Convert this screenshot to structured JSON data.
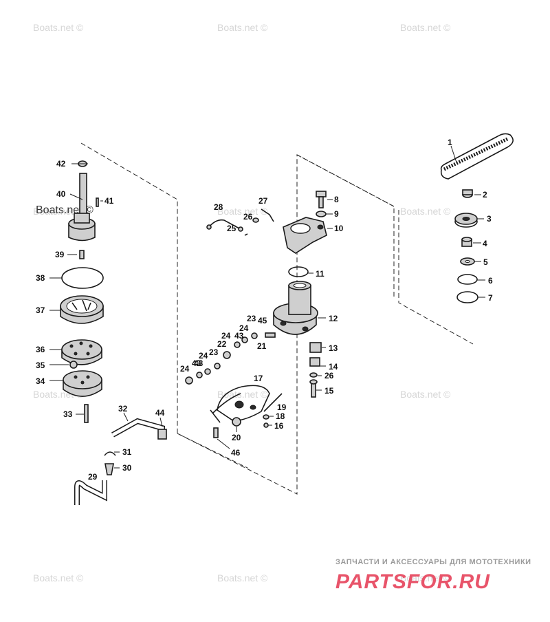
{
  "watermarks": [
    "Boats.net ©",
    "Boats.net ©",
    "Boats.net ©",
    "Boats.net ©",
    "Boats.net ©",
    "Boats.net ©",
    "Boats.net ©",
    "Boats.net ©",
    "Boats.net ©",
    "Boats.net ©",
    "Boats.net ©",
    "Boats.net ©",
    "Boats.net ©"
  ],
  "brand": {
    "tagline": "ЗАПЧАСТИ И АКСЕССУАРЫ ДЛЯ МОТОТЕХНИКИ",
    "logo_left": "PARTS",
    "logo_right": "FOR.RU",
    "logo_color": "#e8546a"
  },
  "callouts": [
    "1",
    "2",
    "3",
    "4",
    "5",
    "6",
    "7",
    "8",
    "9",
    "10",
    "11",
    "12",
    "13",
    "14",
    "26",
    "15",
    "17",
    "18",
    "16",
    "19",
    "20",
    "46",
    "27",
    "28",
    "26",
    "25",
    "23",
    "45",
    "24",
    "43",
    "22",
    "21",
    "24",
    "43",
    "23",
    "24",
    "24",
    "43",
    "42",
    "40",
    "41",
    "39",
    "38",
    "37",
    "36",
    "35",
    "34",
    "33",
    "32",
    "44",
    "31",
    "30",
    "29"
  ]
}
